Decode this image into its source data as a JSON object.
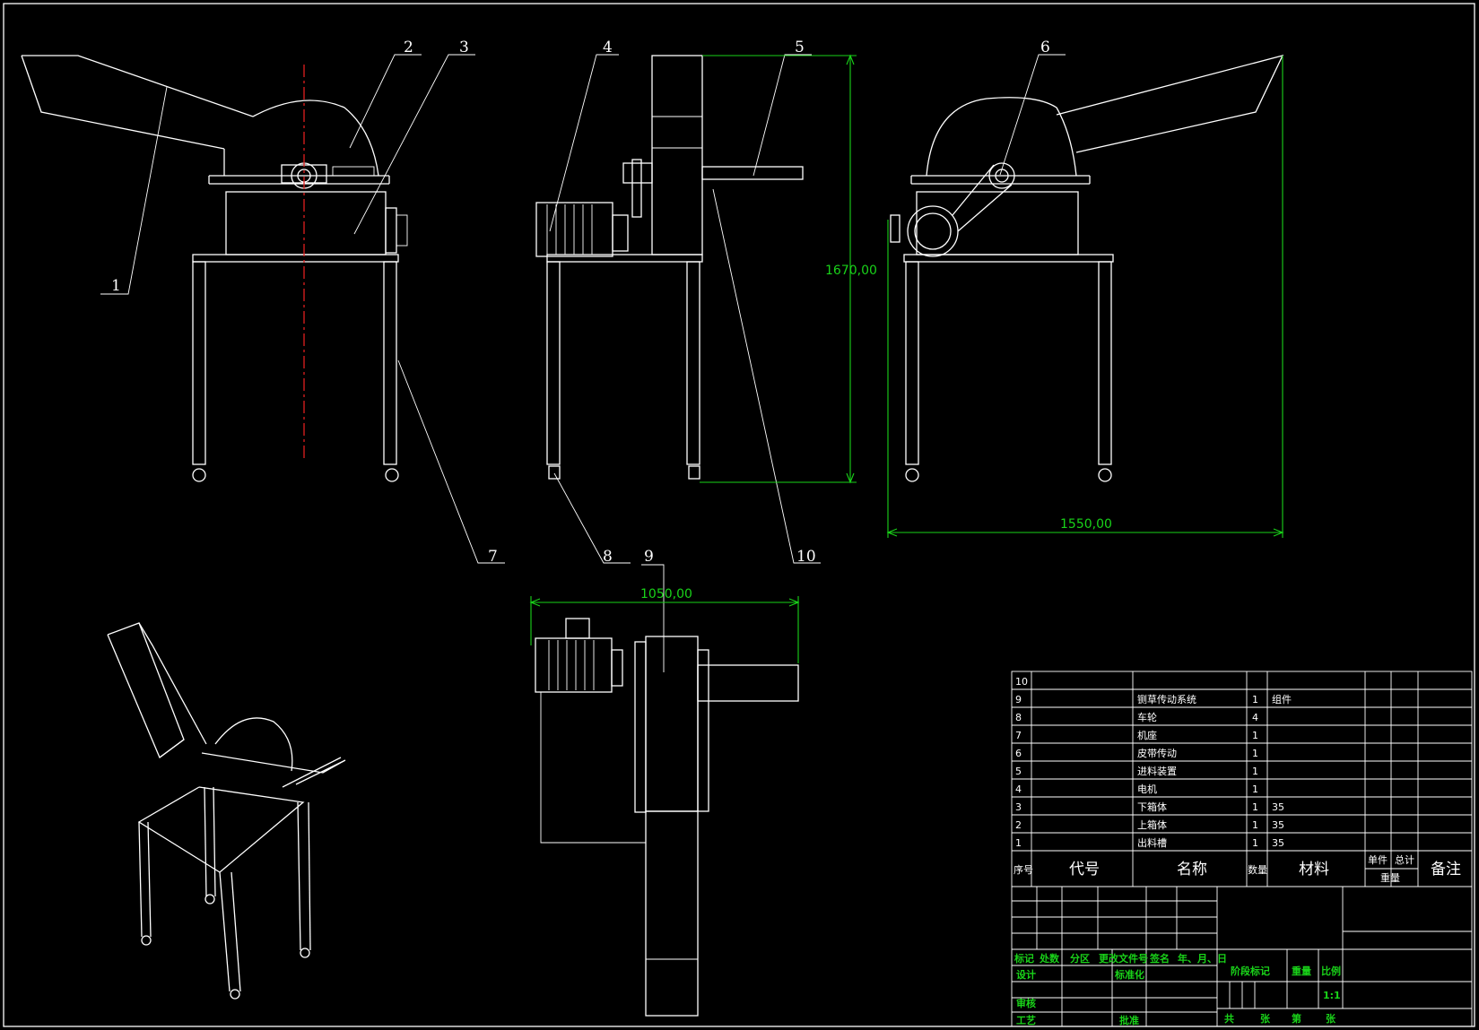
{
  "callouts": [
    "1",
    "2",
    "3",
    "4",
    "5",
    "6",
    "7",
    "8",
    "9",
    "10"
  ],
  "dimensions": {
    "height": "1670,00",
    "width_side": "1550,00",
    "width_top": "1050,00"
  },
  "parts_list": {
    "rows": [
      {
        "no": "10",
        "name": "",
        "qty": "",
        "material": ""
      },
      {
        "no": "9",
        "name": "铡草传动系统",
        "qty": "1",
        "material": "组件"
      },
      {
        "no": "8",
        "name": "车轮",
        "qty": "4",
        "material": ""
      },
      {
        "no": "7",
        "name": "机座",
        "qty": "1",
        "material": ""
      },
      {
        "no": "6",
        "name": "皮带传动",
        "qty": "1",
        "material": ""
      },
      {
        "no": "5",
        "name": "进料装置",
        "qty": "1",
        "material": ""
      },
      {
        "no": "4",
        "name": "电机",
        "qty": "1",
        "material": ""
      },
      {
        "no": "3",
        "name": "下箱体",
        "qty": "1",
        "material": "35"
      },
      {
        "no": "2",
        "name": "上箱体",
        "qty": "1",
        "material": "35"
      },
      {
        "no": "1",
        "name": "出料槽",
        "qty": "1",
        "material": "35"
      }
    ],
    "header": {
      "seq": "序号",
      "code": "代号",
      "name": "名称",
      "qty": "数量",
      "material": "材料",
      "unit": "单件",
      "total": "总计",
      "weight": "重量",
      "remark": "备注"
    }
  },
  "title_block": {
    "mark": "标记",
    "count": "处数",
    "zone": "分区",
    "change_doc": "更改文件号",
    "sign": "签名",
    "date": "年、月、日",
    "design": "设计",
    "standardize": "标准化",
    "stage_mark": "阶段标记",
    "weight": "重量",
    "scale": "比例",
    "scale_value": "1:1",
    "review": "审核",
    "process": "工艺",
    "approve": "批准",
    "total_sheets": "共",
    "sheets": "张",
    "sheet_no": "第",
    "sheet": "张"
  }
}
